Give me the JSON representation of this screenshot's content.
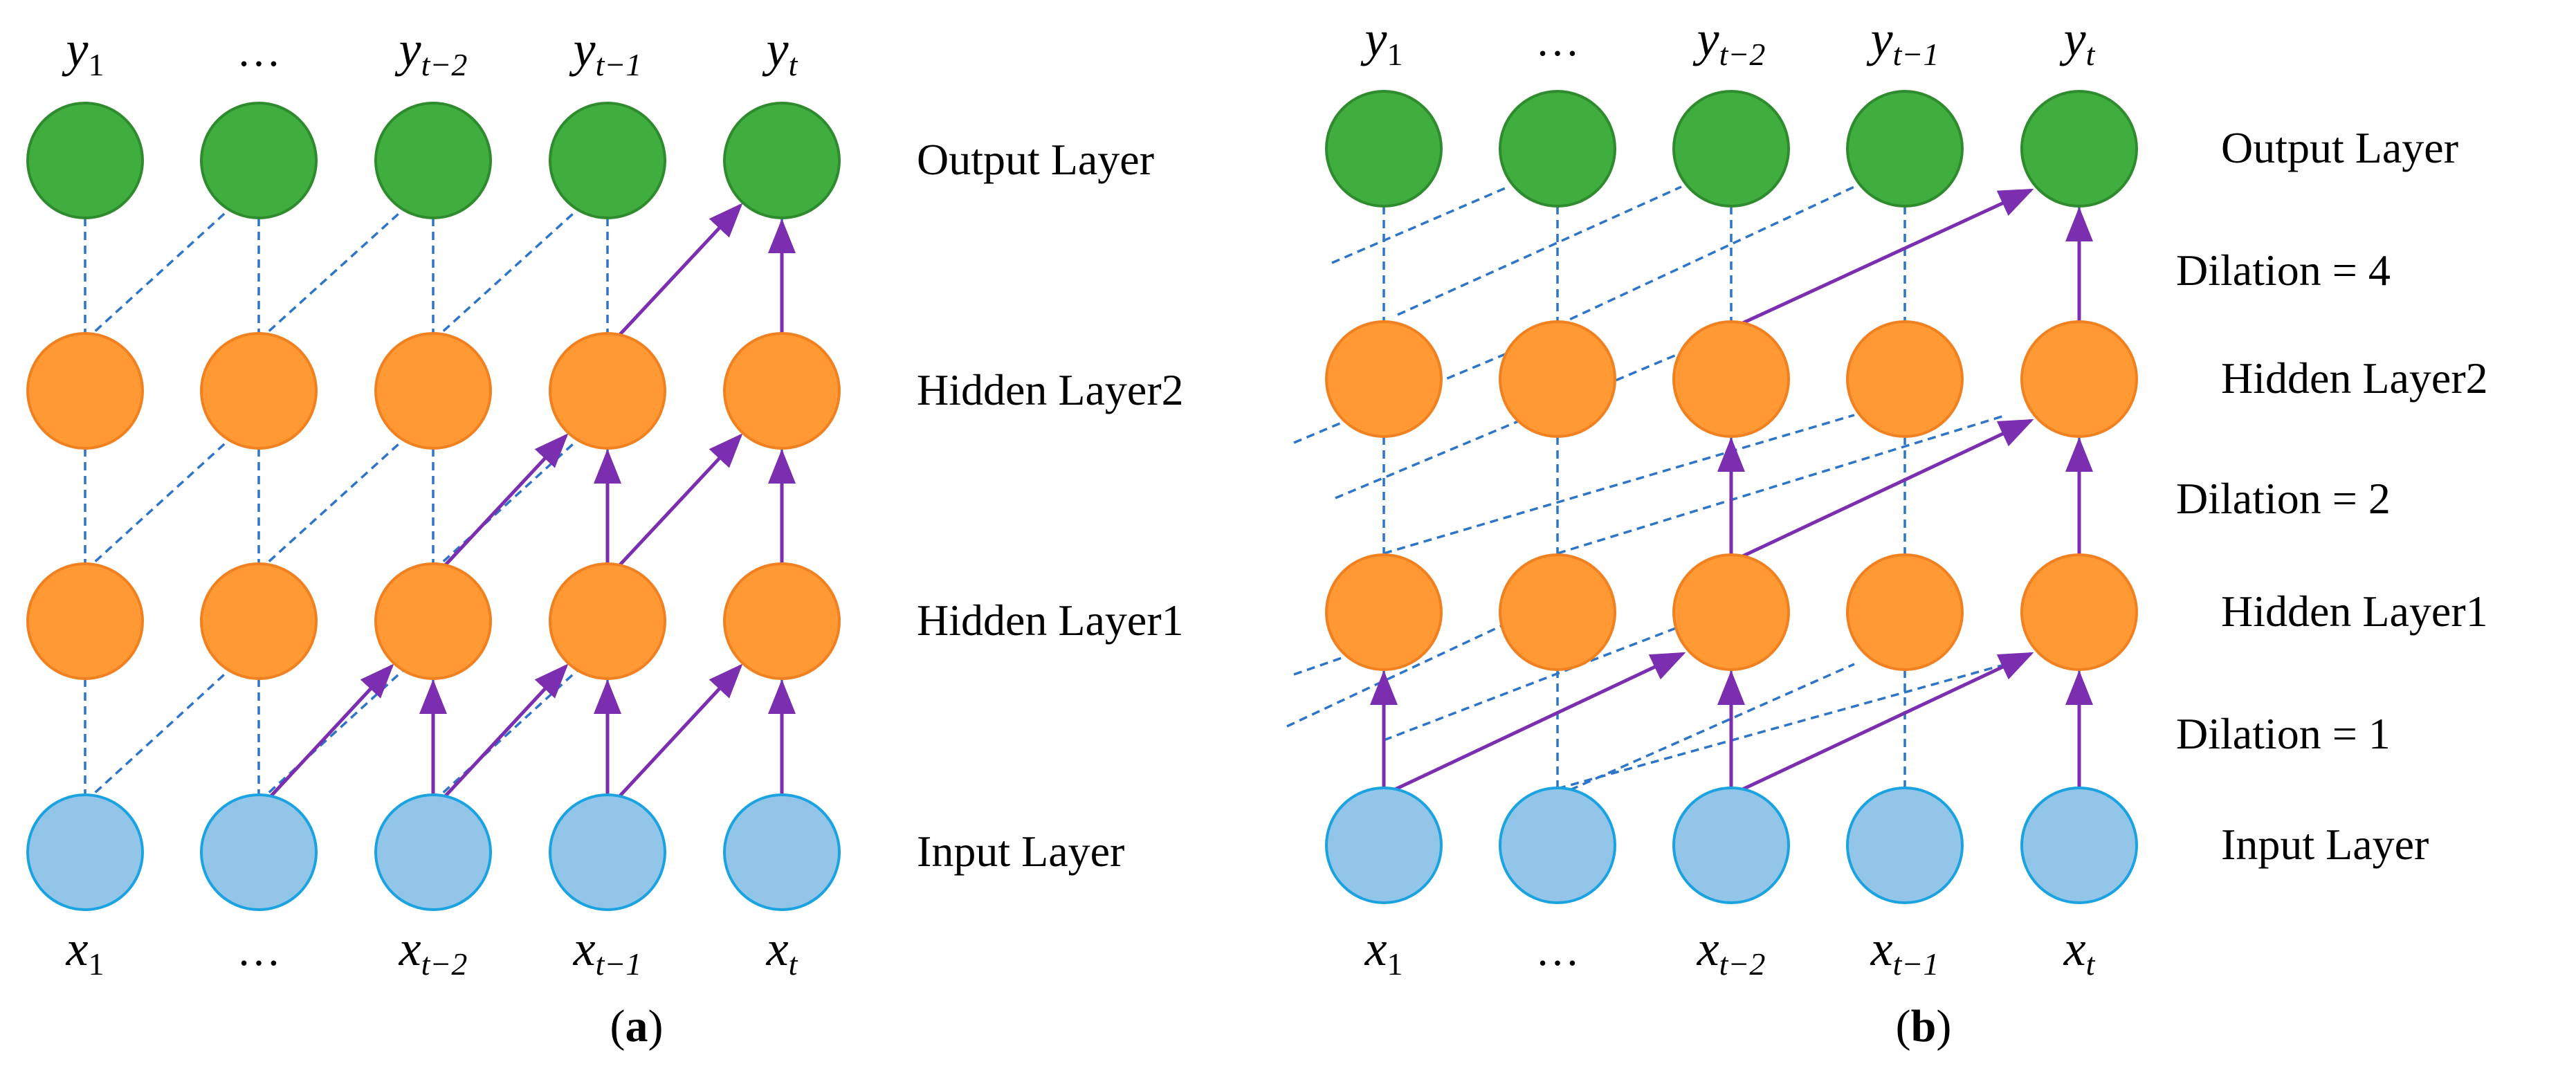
{
  "panels": [
    {
      "id": "a",
      "caption": "(a)",
      "top_labels": [
        {
          "var": "y",
          "sub": "1"
        },
        {
          "text": "…"
        },
        {
          "var": "y",
          "sub": "t−2"
        },
        {
          "var": "y",
          "sub": "t−1"
        },
        {
          "var": "y",
          "sub": "t"
        }
      ],
      "bottom_labels": [
        {
          "var": "x",
          "sub": "1"
        },
        {
          "text": "…"
        },
        {
          "var": "x",
          "sub": "t−2"
        },
        {
          "var": "x",
          "sub": "t−1"
        },
        {
          "var": "x",
          "sub": "t"
        }
      ],
      "layer_labels": [
        "Output Layer",
        "Hidden Layer2",
        "Hidden Layer1",
        "Input Layer"
      ],
      "dilation_labels": []
    },
    {
      "id": "b",
      "caption": "(b)",
      "top_labels": [
        {
          "var": "y",
          "sub": "1"
        },
        {
          "text": "…"
        },
        {
          "var": "y",
          "sub": "t−2"
        },
        {
          "var": "y",
          "sub": "t−1"
        },
        {
          "var": "y",
          "sub": "t"
        }
      ],
      "bottom_labels": [
        {
          "var": "x",
          "sub": "1"
        },
        {
          "text": "…"
        },
        {
          "var": "x",
          "sub": "t−2"
        },
        {
          "var": "x",
          "sub": "t−1"
        },
        {
          "var": "x",
          "sub": "t"
        }
      ],
      "layer_labels": [
        "Output Layer",
        "Hidden Layer2",
        "Hidden Layer1",
        "Input Layer"
      ],
      "dilation_labels": [
        "Dilation = 4",
        "Dilation = 2",
        "Dilation = 1"
      ]
    }
  ],
  "colors": {
    "output_fill": "#3fae3f",
    "output_stroke": "#2e8b2e",
    "hidden_fill": "#ff9933",
    "hidden_stroke": "#f08020",
    "input_fill": "#92c5e8",
    "input_stroke": "#1aa3e0",
    "dashed_line": "#2e75c8",
    "arrow": "#7b2fb0"
  }
}
